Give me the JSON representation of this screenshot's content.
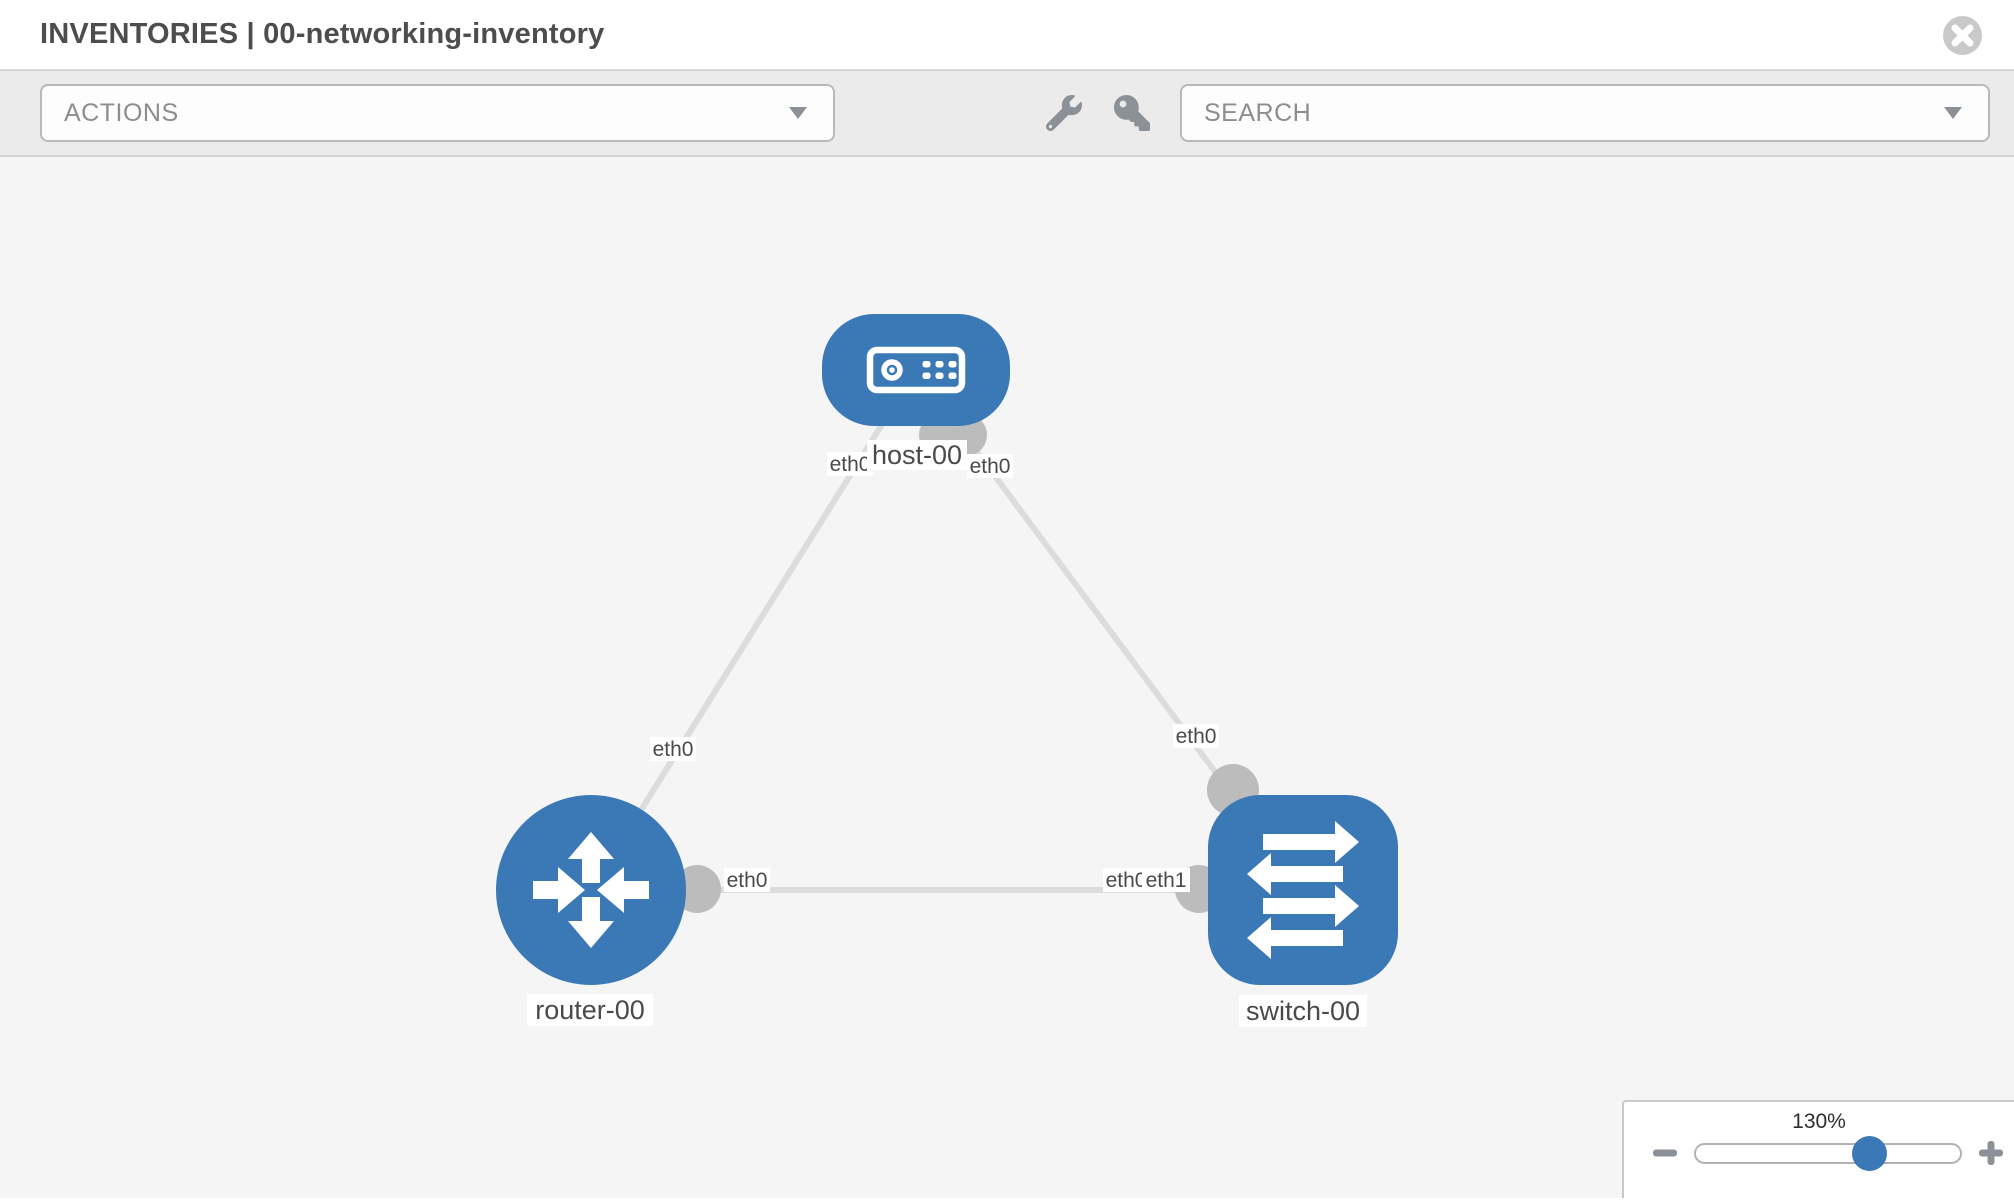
{
  "header": {
    "title": "INVENTORIES | 00-networking-inventory"
  },
  "toolbar": {
    "actions_dropdown": {
      "placeholder": "ACTIONS"
    },
    "tools": [
      {
        "icon": "wrench-icon"
      },
      {
        "icon": "key-icon"
      }
    ],
    "search_dropdown": {
      "placeholder": "SEARCH"
    }
  },
  "topology": {
    "nodes": [
      {
        "name": "host-00",
        "type": "host"
      },
      {
        "name": "router-00",
        "type": "router"
      },
      {
        "name": "switch-00",
        "type": "switch"
      }
    ],
    "links": [
      {
        "from": "host-00",
        "from_interface": "eth0",
        "to": "router-00",
        "to_interface": "eth0"
      },
      {
        "from": "host-00",
        "from_interface": "eth0",
        "to": "switch-00",
        "to_interface": "eth0"
      },
      {
        "from": "router-00",
        "from_interface": "eth0",
        "to": "switch-00",
        "to_interface": "eth1"
      }
    ],
    "labels": {
      "host": "host-00",
      "router": "router-00",
      "switch": "switch-00",
      "host_left_if": "eth0",
      "host_right_if": "eth0",
      "router_upper_if": "eth0",
      "switch_top_if": "eth0",
      "router_right_if": "eth0",
      "switch_left_if_back": "eth0",
      "switch_left_if_front": "eth1"
    }
  },
  "zoom_control": {
    "level": "130%"
  }
}
